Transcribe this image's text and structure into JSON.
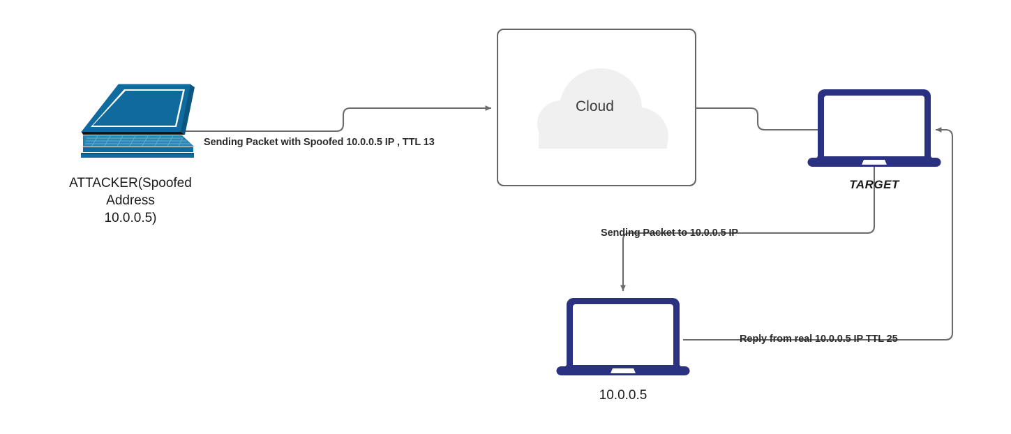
{
  "diagram": {
    "title": "IP Spoofing / TTL Reply Network Diagram",
    "background": "#ffffff",
    "colors": {
      "attacker_laptop": "#0f6a9e",
      "attacker_laptop_dark": "#0b5580",
      "attacker_laptop_light": "#4b94bb",
      "device_navy": "#2a3180",
      "cloud_fill": "#f0f0f0",
      "wire": "#6b6b6b",
      "text": "#1a1a1a",
      "edge_label_text": "#2b2b2b"
    }
  },
  "nodes": {
    "attacker": {
      "icon": "laptop-isometric-icon",
      "label": "ATTACKER(Spoofed\nAddress\n10.0.0.5)"
    },
    "cloud": {
      "icon": "cloud-icon",
      "label": "Cloud"
    },
    "target": {
      "icon": "laptop-icon",
      "label": "TARGET"
    },
    "victim": {
      "icon": "laptop-icon",
      "label": "10.0.0.5"
    }
  },
  "edges": [
    {
      "id": "attacker-to-cloud",
      "label": "Sending Packet with Spoofed 10.0.0.5 IP , TTL 13",
      "from": "attacker",
      "to": "cloud",
      "arrow": "end"
    },
    {
      "id": "cloud-to-target",
      "label": "",
      "from": "cloud",
      "to": "target",
      "arrow": "none"
    },
    {
      "id": "target-to-victim",
      "label": "Sending Packet to 10.0.0.5 IP",
      "from": "target",
      "to": "victim",
      "arrow": "end"
    },
    {
      "id": "victim-to-target",
      "label": "Reply from real 10.0.0.5 IP TTL 25",
      "from": "victim",
      "to": "target",
      "arrow": "end"
    }
  ]
}
